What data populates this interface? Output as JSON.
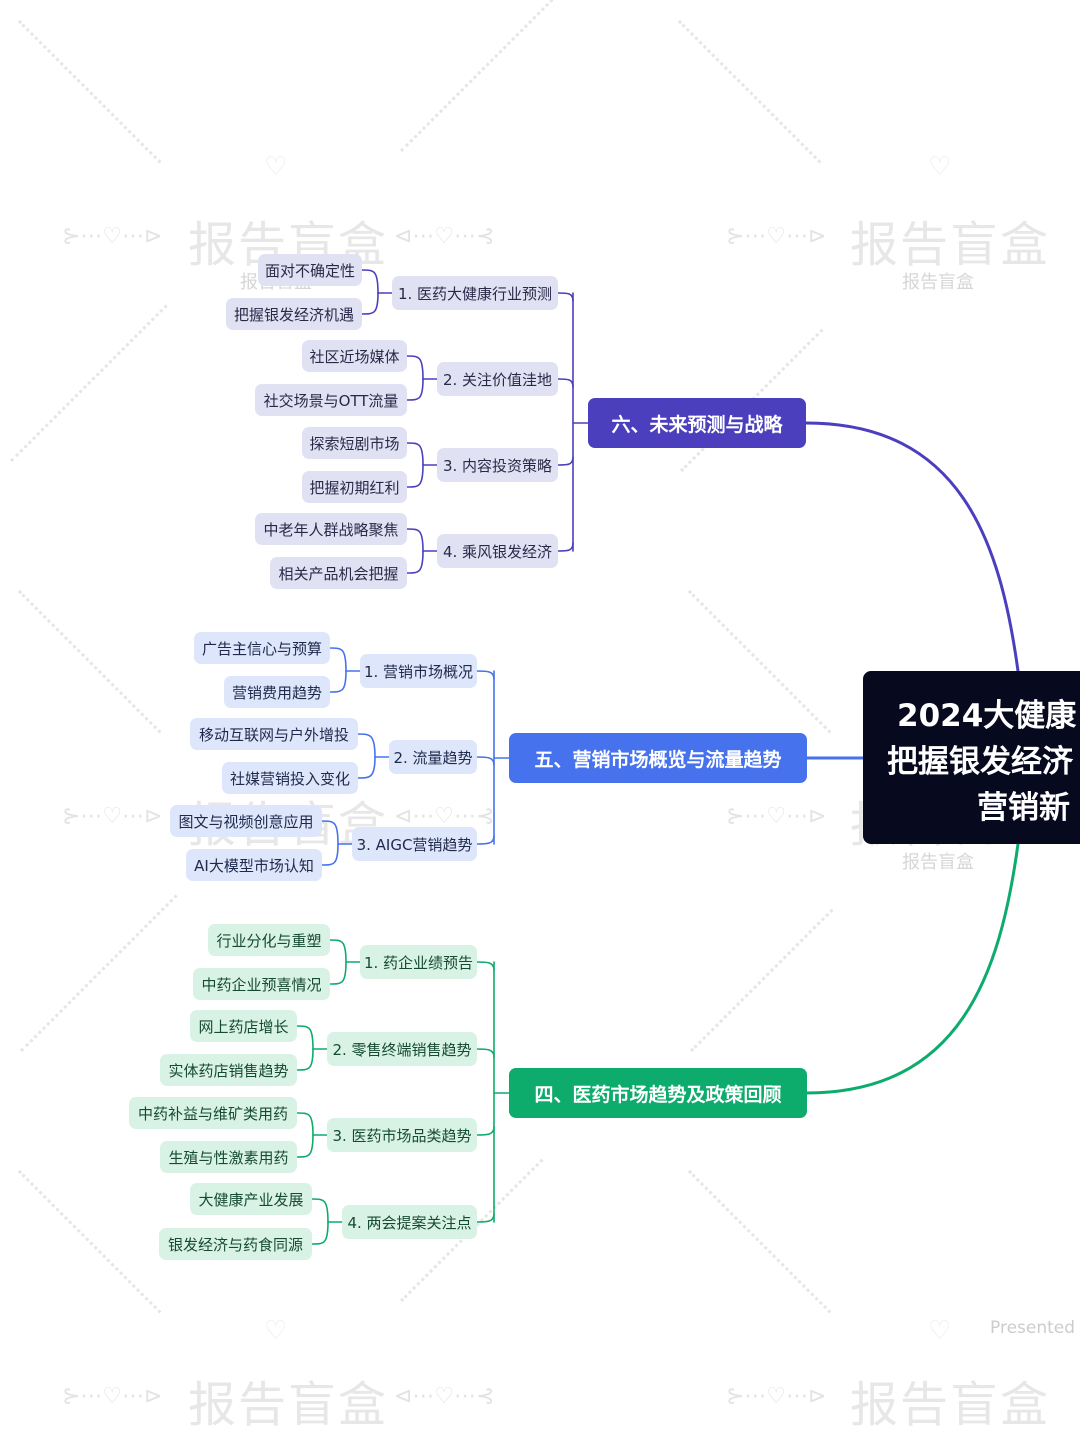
{
  "root": {
    "lines": [
      "2024大健康",
      "把握银发经济",
      "营销新"
    ]
  },
  "branches": [
    {
      "label": "六、未来预测与战略",
      "color": "#4b3fbe",
      "subs": [
        {
          "label": "1. 医药大健康行业预测",
          "leaves": [
            "面对不确定性",
            "把握银发经济机遇"
          ]
        },
        {
          "label": "2. 关注价值洼地",
          "leaves": [
            "社区近场媒体",
            "社交场景与OTT流量"
          ]
        },
        {
          "label": "3. 内容投资策略",
          "leaves": [
            "探索短剧市场",
            "把握初期红利"
          ]
        },
        {
          "label": "4. 乘风银发经济",
          "leaves": [
            "中老年人群战略聚焦",
            "相关产品机会把握"
          ]
        }
      ]
    },
    {
      "label": "五、营销市场概览与流量趋势",
      "color": "#4672ee",
      "subs": [
        {
          "label": "1. 营销市场概况",
          "leaves": [
            "广告主信心与预算",
            "营销费用趋势"
          ]
        },
        {
          "label": "2. 流量趋势",
          "leaves": [
            "移动互联网与户外增投",
            "社媒营销投入变化"
          ]
        },
        {
          "label": "3. AIGC营销趋势",
          "leaves": [
            "图文与视频创意应用",
            "AI大模型市场认知"
          ]
        }
      ]
    },
    {
      "label": "四、医药市场趋势及政策回顾",
      "color": "#0dab6c",
      "subs": [
        {
          "label": "1. 药企业绩预告",
          "leaves": [
            "行业分化与重塑",
            "中药企业预喜情况"
          ]
        },
        {
          "label": "2. 零售终端销售趋势",
          "leaves": [
            "网上药店增长",
            "实体药店销售趋势"
          ]
        },
        {
          "label": "3. 医药市场品类趋势",
          "leaves": [
            "中药补益与维矿类用药",
            "生殖与性激素用药"
          ]
        },
        {
          "label": "4. 两会提案关注点",
          "leaves": [
            "大健康产业发展",
            "银发经济与药食同源"
          ]
        }
      ]
    }
  ],
  "watermark": {
    "main": "报告盲盒",
    "sub": "报告盲盒"
  },
  "presented_text": "Presented"
}
